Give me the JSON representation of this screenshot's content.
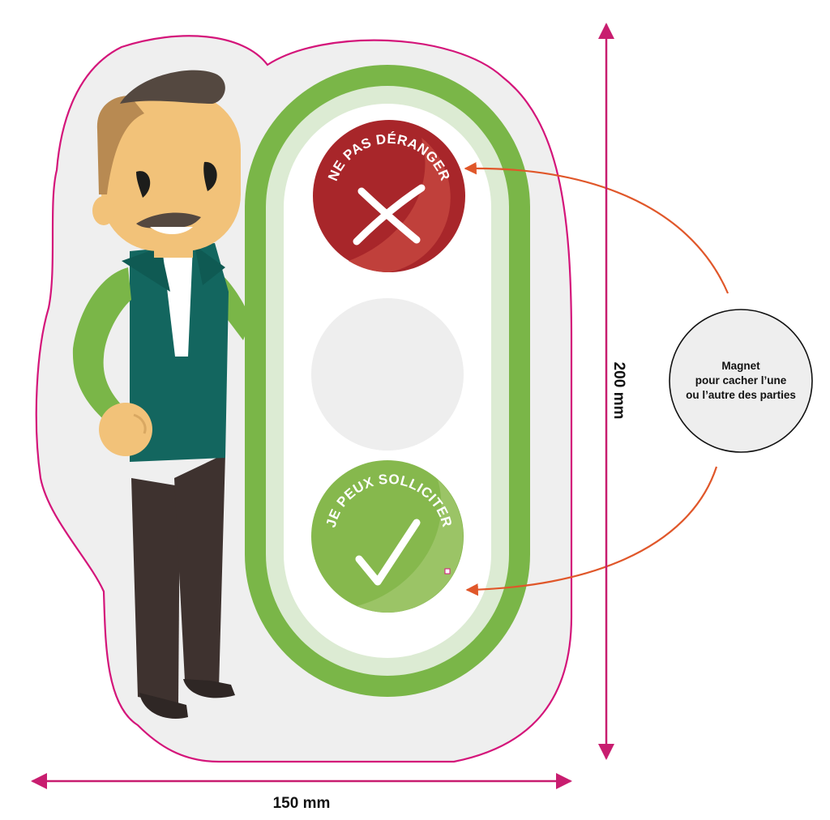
{
  "colors": {
    "cut_line": "#d4157a",
    "sticker_bg": "#efefef",
    "frame_green": "#7ab648",
    "frame_inner_green": "#dcebd3",
    "red_badge": "#a8262a",
    "green_badge": "#86b84d",
    "arrow_orange": "#e0572a",
    "dimension_arrow": "#c81d6f"
  },
  "badges": {
    "top": {
      "label": "NE PAS DÉRANGER",
      "icon": "cross-icon",
      "status": "do-not-disturb"
    },
    "middle": {
      "label": "",
      "status": "empty"
    },
    "bottom": {
      "label": "JE PEUX SOLLICITER",
      "icon": "check-icon",
      "status": "available"
    }
  },
  "magnet": {
    "line1": "Magnet",
    "line2": "pour cacher l’une",
    "line3": "ou l’autre des parties"
  },
  "dimensions": {
    "width": "150 mm",
    "height": "200 mm"
  }
}
